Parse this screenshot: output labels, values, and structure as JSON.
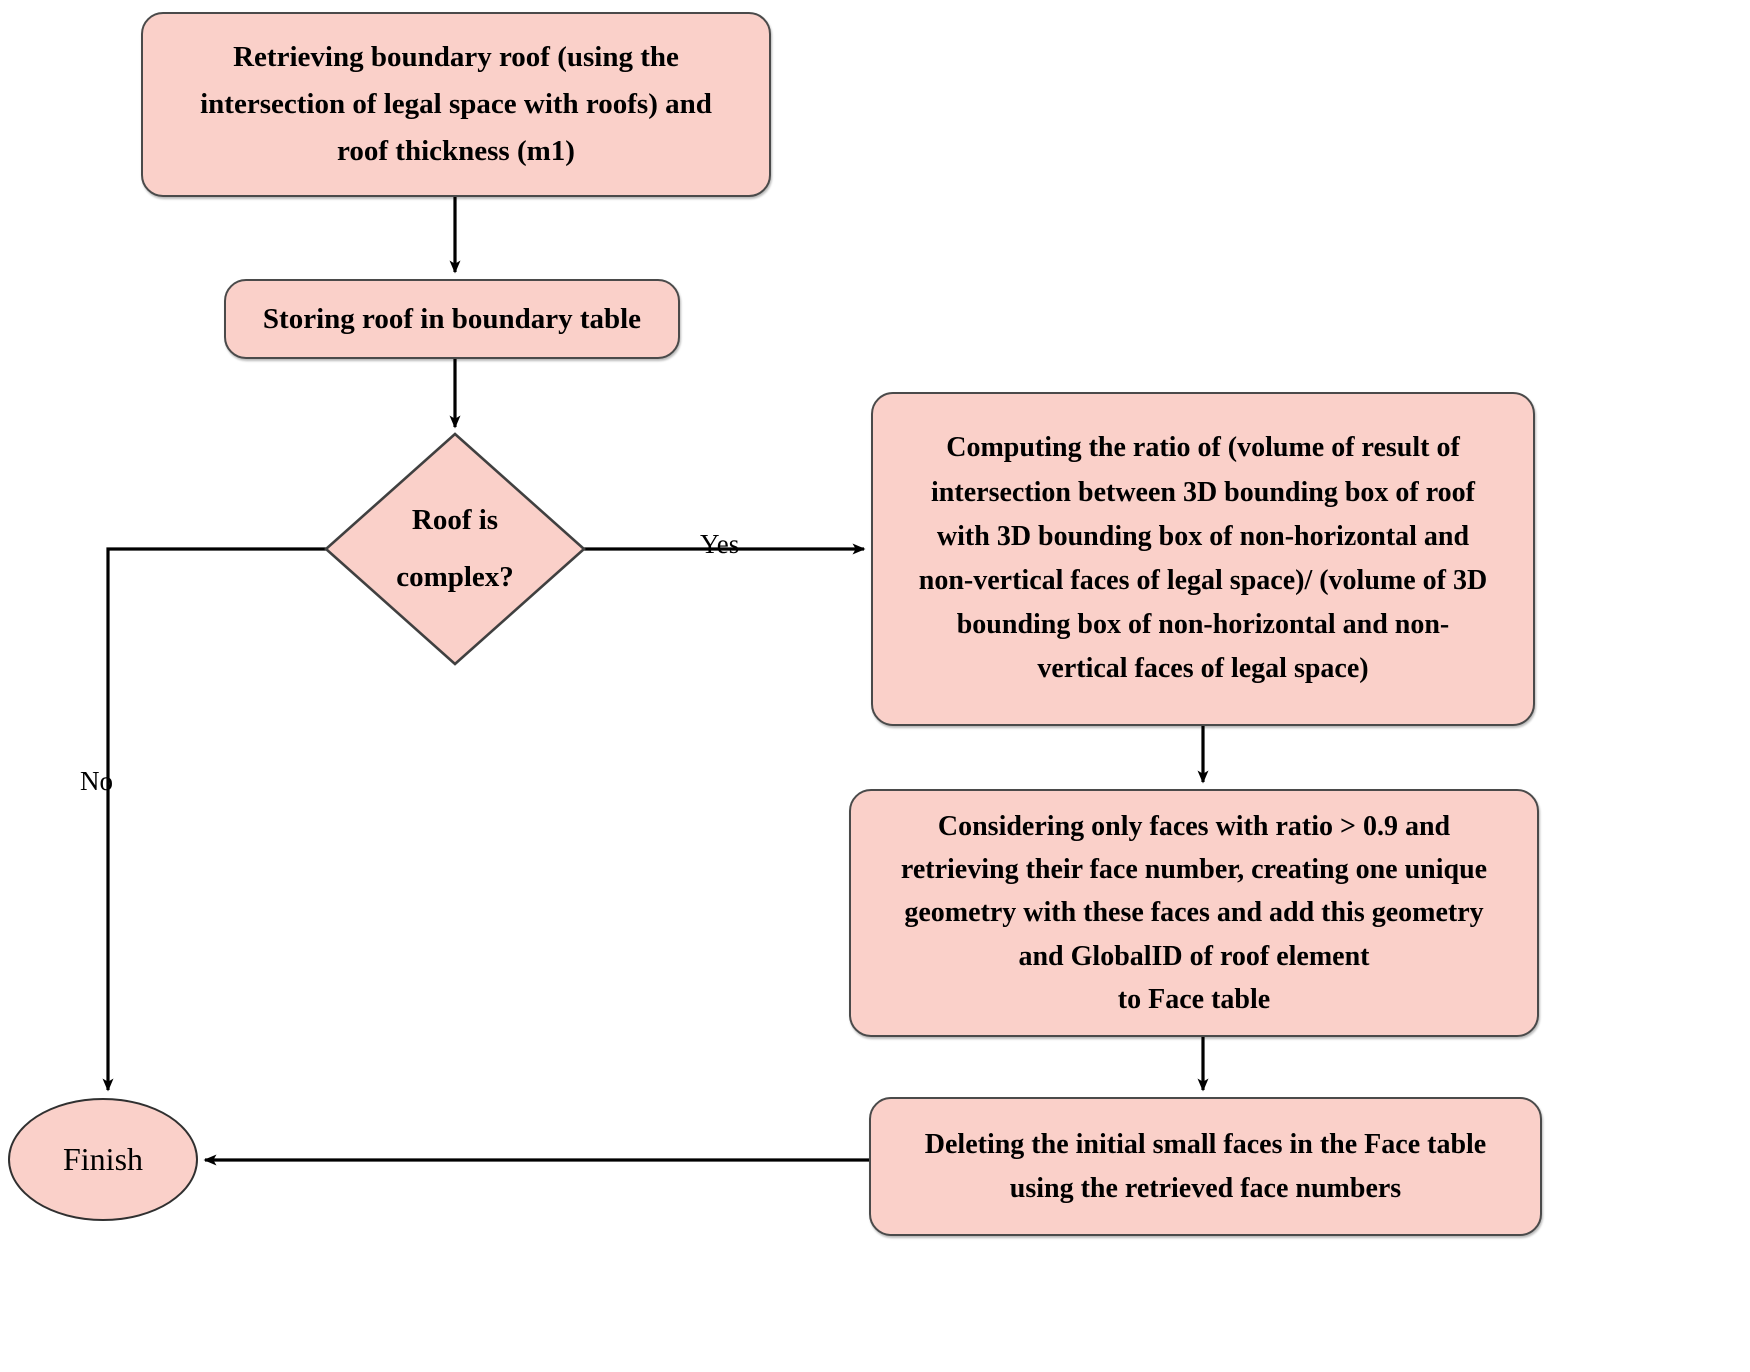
{
  "diagram": {
    "title": "Roof boundary processing flowchart",
    "colors": {
      "node_fill": "#fad0c9",
      "node_stroke": "#4a4a4a",
      "connector": "#000000",
      "text": "#000000",
      "background": "#ffffff"
    },
    "nodes": {
      "retrieve_roof": {
        "shape": "process",
        "text": "Retrieving boundary roof  (using the\nintersection of legal space with roofs) and\nroof thickness (m1)"
      },
      "store_roof": {
        "shape": "process",
        "text": "Storing roof in boundary table"
      },
      "roof_complex": {
        "shape": "decision",
        "line1": "Roof is",
        "line2": "complex?"
      },
      "compute_ratio": {
        "shape": "process",
        "text": "Computing the ratio of (volume of result of\nintersection between 3D bounding box of roof\nwith 3D bounding box of non-horizontal and\nnon-vertical faces of legal space)/ (volume of 3D\nbounding box of non-horizontal and non-\nvertical faces of legal space)"
      },
      "consider_faces": {
        "shape": "process",
        "text": "Considering only faces with ratio > 0.9 and\nretrieving their face number, creating one unique\ngeometry with these faces and add this geometry\nand GlobalID of roof element\nto Face table"
      },
      "delete_faces": {
        "shape": "process",
        "text": "Deleting the initial small faces in the Face table\nusing the retrieved face numbers"
      },
      "finish": {
        "shape": "terminator",
        "text": "Finish"
      }
    },
    "edge_labels": {
      "yes": "Yes",
      "no": "No"
    },
    "edges": [
      {
        "from": "retrieve_roof",
        "to": "store_roof",
        "label": ""
      },
      {
        "from": "store_roof",
        "to": "roof_complex",
        "label": ""
      },
      {
        "from": "roof_complex",
        "to": "compute_ratio",
        "label": "Yes"
      },
      {
        "from": "roof_complex",
        "to": "finish",
        "label": "No"
      },
      {
        "from": "compute_ratio",
        "to": "consider_faces",
        "label": ""
      },
      {
        "from": "consider_faces",
        "to": "delete_faces",
        "label": ""
      },
      {
        "from": "delete_faces",
        "to": "finish",
        "label": ""
      }
    ]
  }
}
